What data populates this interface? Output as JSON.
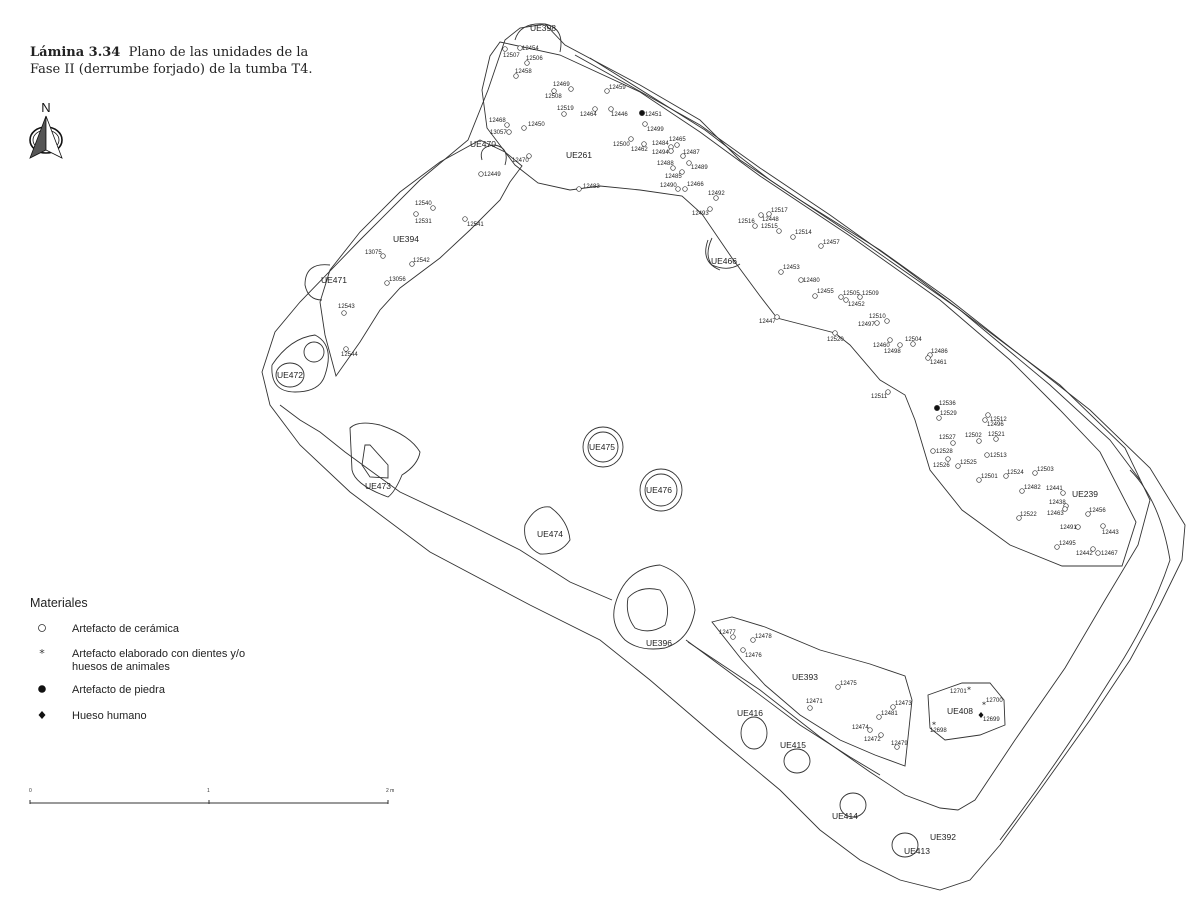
{
  "caption": {
    "plate": "Lámina 3.34",
    "text": "Plano de las unidades de la Fase II (derrumbe forjado) de la tumba T4."
  },
  "north_label": "N",
  "legend": {
    "title": "Materiales",
    "items": [
      {
        "type": "ceramic",
        "label": "Artefacto de cerámica"
      },
      {
        "type": "animal",
        "label": "Artefacto elaborado con dientes y/o",
        "label2": "huesos de animales"
      },
      {
        "type": "stone",
        "label": "Artefacto de piedra"
      },
      {
        "type": "human",
        "label": "Hueso humano"
      }
    ]
  },
  "scale": {
    "ticks": [
      "0",
      "1",
      "2 m"
    ]
  },
  "units": [
    "UE398",
    "UE470",
    "UE261",
    "UE394",
    "UE471",
    "UE472",
    "UE466",
    "UE473",
    "UE475",
    "UE476",
    "UE474",
    "UE239",
    "UE396",
    "UE393",
    "UE408",
    "UE416",
    "UE415",
    "UE414",
    "UE392",
    "UE413"
  ],
  "finds": [
    {
      "id": "12507",
      "type": "ceramic"
    },
    {
      "id": "12454",
      "type": "ceramic"
    },
    {
      "id": "12506",
      "type": "ceramic"
    },
    {
      "id": "12458",
      "type": "ceramic"
    },
    {
      "id": "12469",
      "type": "ceramic"
    },
    {
      "id": "12508",
      "type": "ceramic"
    },
    {
      "id": "12459",
      "type": "ceramic"
    },
    {
      "id": "12519",
      "type": "ceramic"
    },
    {
      "id": "12464",
      "type": "ceramic"
    },
    {
      "id": "12446",
      "type": "ceramic"
    },
    {
      "id": "12451",
      "type": "stone"
    },
    {
      "id": "12468",
      "type": "ceramic"
    },
    {
      "id": "13057",
      "type": "ceramic"
    },
    {
      "id": "12450",
      "type": "ceramic"
    },
    {
      "id": "12499",
      "type": "ceramic"
    },
    {
      "id": "12500",
      "type": "ceramic"
    },
    {
      "id": "12462",
      "type": "ceramic"
    },
    {
      "id": "12484",
      "type": "ceramic"
    },
    {
      "id": "12465",
      "type": "ceramic"
    },
    {
      "id": "12494",
      "type": "ceramic"
    },
    {
      "id": "12487",
      "type": "ceramic"
    },
    {
      "id": "12488",
      "type": "ceramic"
    },
    {
      "id": "12489",
      "type": "ceramic"
    },
    {
      "id": "12485",
      "type": "ceramic"
    },
    {
      "id": "12490",
      "type": "ceramic"
    },
    {
      "id": "12466",
      "type": "ceramic"
    },
    {
      "id": "12492",
      "type": "ceramic"
    },
    {
      "id": "12493",
      "type": "ceramic"
    },
    {
      "id": "12483",
      "type": "ceramic"
    },
    {
      "id": "12470",
      "type": "ceramic"
    },
    {
      "id": "12449",
      "type": "ceramic"
    },
    {
      "id": "12517",
      "type": "ceramic"
    },
    {
      "id": "12448",
      "type": "ceramic"
    },
    {
      "id": "12516",
      "type": "ceramic"
    },
    {
      "id": "12515",
      "type": "ceramic"
    },
    {
      "id": "12514",
      "type": "ceramic"
    },
    {
      "id": "12457",
      "type": "ceramic"
    },
    {
      "id": "12453",
      "type": "ceramic"
    },
    {
      "id": "12480",
      "type": "ceramic"
    },
    {
      "id": "12455",
      "type": "ceramic"
    },
    {
      "id": "12505",
      "type": "ceramic"
    },
    {
      "id": "12452",
      "type": "ceramic"
    },
    {
      "id": "12509",
      "type": "ceramic"
    },
    {
      "id": "12447",
      "type": "ceramic"
    },
    {
      "id": "12510",
      "type": "ceramic"
    },
    {
      "id": "12497",
      "type": "ceramic"
    },
    {
      "id": "12520",
      "type": "ceramic"
    },
    {
      "id": "12460",
      "type": "ceramic"
    },
    {
      "id": "12498",
      "type": "ceramic"
    },
    {
      "id": "12504",
      "type": "ceramic"
    },
    {
      "id": "12486",
      "type": "ceramic"
    },
    {
      "id": "12461",
      "type": "ceramic"
    },
    {
      "id": "12511",
      "type": "ceramic"
    },
    {
      "id": "12536",
      "type": "stone"
    },
    {
      "id": "12529",
      "type": "ceramic"
    },
    {
      "id": "12512",
      "type": "ceramic"
    },
    {
      "id": "12496",
      "type": "ceramic"
    },
    {
      "id": "12527",
      "type": "ceramic"
    },
    {
      "id": "12502",
      "type": "ceramic"
    },
    {
      "id": "12521",
      "type": "ceramic"
    },
    {
      "id": "12528",
      "type": "ceramic"
    },
    {
      "id": "12513",
      "type": "ceramic"
    },
    {
      "id": "12526",
      "type": "ceramic"
    },
    {
      "id": "12525",
      "type": "ceramic"
    },
    {
      "id": "12501",
      "type": "ceramic"
    },
    {
      "id": "12524",
      "type": "ceramic"
    },
    {
      "id": "12503",
      "type": "ceramic"
    },
    {
      "id": "12482",
      "type": "ceramic"
    },
    {
      "id": "12441",
      "type": "ceramic"
    },
    {
      "id": "12438",
      "type": "ceramic"
    },
    {
      "id": "12463",
      "type": "ceramic"
    },
    {
      "id": "12456",
      "type": "ceramic"
    },
    {
      "id": "12522",
      "type": "ceramic"
    },
    {
      "id": "12491",
      "type": "ceramic"
    },
    {
      "id": "12443",
      "type": "ceramic"
    },
    {
      "id": "12495",
      "type": "ceramic"
    },
    {
      "id": "12442",
      "type": "ceramic"
    },
    {
      "id": "12467",
      "type": "ceramic"
    },
    {
      "id": "12477",
      "type": "ceramic"
    },
    {
      "id": "12478",
      "type": "ceramic"
    },
    {
      "id": "12476",
      "type": "ceramic"
    },
    {
      "id": "12475",
      "type": "ceramic"
    },
    {
      "id": "12471",
      "type": "ceramic"
    },
    {
      "id": "12473",
      "type": "ceramic"
    },
    {
      "id": "12481",
      "type": "ceramic"
    },
    {
      "id": "12474",
      "type": "ceramic"
    },
    {
      "id": "12472",
      "type": "ceramic"
    },
    {
      "id": "12479",
      "type": "ceramic"
    },
    {
      "id": "12701",
      "type": "animal"
    },
    {
      "id": "12700",
      "type": "animal"
    },
    {
      "id": "12699",
      "type": "human"
    },
    {
      "id": "12698",
      "type": "animal"
    },
    {
      "id": "12540",
      "type": "ceramic"
    },
    {
      "id": "12531",
      "type": "ceramic"
    },
    {
      "id": "12541",
      "type": "ceramic"
    },
    {
      "id": "13075",
      "type": "ceramic"
    },
    {
      "id": "12542",
      "type": "ceramic"
    },
    {
      "id": "13056",
      "type": "ceramic"
    },
    {
      "id": "12543",
      "type": "ceramic"
    },
    {
      "id": "12544",
      "type": "ceramic"
    }
  ]
}
